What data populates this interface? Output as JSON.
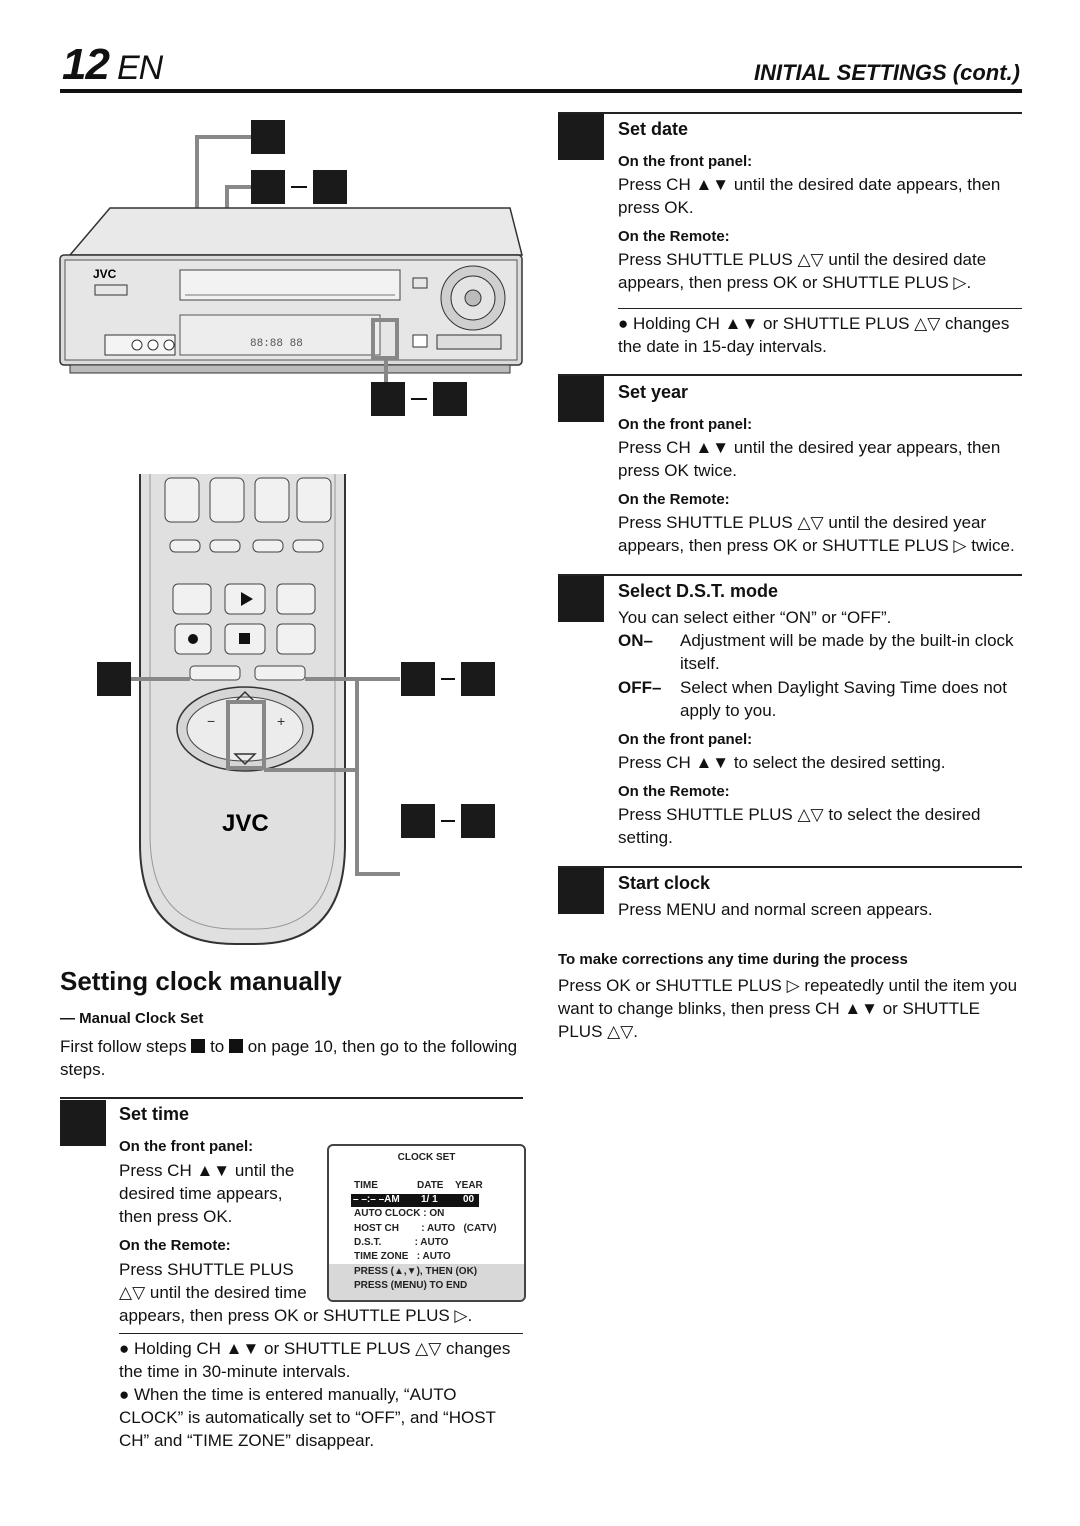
{
  "header": {
    "page_number": "12",
    "lang": "EN",
    "title": "INITIAL SETTINGS (cont.)"
  },
  "left": {
    "title": "Setting clock manually",
    "mode_label": "Manual Clock Set",
    "intro_a": "First follow steps",
    "intro_b": "to",
    "intro_c": "on page 10, then go to the following steps.",
    "set_time": {
      "title": "Set time",
      "front_label": "On the front panel:",
      "front_text": "Press CH ▲▼ until the desired time appears, then press OK.",
      "remote_label": "On the Remote:",
      "remote_text_a": "Press SHUTTLE PLUS",
      "remote_text_b": "△▽ until the desired time",
      "remote_text_c": "appears, then press OK or SHUTTLE PLUS ▷.",
      "bullet1": "Holding CH ▲▼ or SHUTTLE PLUS △▽ changes the time in 30-minute intervals.",
      "bullet2": "When the time is entered manually, “AUTO CLOCK” is automatically set to “OFF”, and “HOST CH” and “TIME ZONE” disappear."
    },
    "osd": {
      "title": "CLOCK SET",
      "col_time": "TIME",
      "col_date": "DATE",
      "col_year": "YEAR",
      "time_val": "– –:– –AM",
      "date_val": "1/ 1",
      "year_val": "00",
      "row1": "AUTO CLOCK : ON",
      "row2": "HOST CH        : AUTO   (CATV)",
      "row3": "D.S.T.            : AUTO",
      "row4": "TIME ZONE   : AUTO",
      "row5": "PRESS (▲,▼), THEN (OK)",
      "row6": "PRESS (MENU) TO END"
    },
    "vcr_brand": "JVC",
    "remote_brand": "JVC"
  },
  "right": {
    "set_date": {
      "title": "Set date",
      "front_label": "On the front panel:",
      "front_text": "Press CH ▲▼ until the desired date appears, then press OK.",
      "remote_label": "On the Remote:",
      "remote_text": "Press SHUTTLE PLUS △▽ until the desired date appears, then press OK or SHUTTLE PLUS ▷.",
      "bullet": "Holding CH ▲▼ or SHUTTLE PLUS △▽ changes the date in 15-day intervals."
    },
    "set_year": {
      "title": "Set year",
      "front_label": "On the front panel:",
      "front_text": "Press CH ▲▼ until the desired year appears, then press OK twice.",
      "remote_label": "On the Remote:",
      "remote_text": "Press SHUTTLE PLUS △▽ until the desired year appears, then press OK or SHUTTLE PLUS ▷ twice."
    },
    "dst": {
      "title": "Select D.S.T. mode",
      "intro": "You can select either “ON” or “OFF”.",
      "on_key": "ON–",
      "on_text": "Adjustment will be made by the built-in clock itself.",
      "off_key": "OFF–",
      "off_text": "Select when Daylight Saving Time does not apply to you.",
      "front_label": "On the front panel:",
      "front_text": "Press CH ▲▼ to select the desired setting.",
      "remote_label": "On the Remote:",
      "remote_text": "Press SHUTTLE PLUS △▽ to select the desired setting."
    },
    "start_clock": {
      "title": "Start clock",
      "text": "Press MENU and normal screen appears."
    },
    "corrections": {
      "title": "To make corrections any time during the process",
      "text": "Press OK or SHUTTLE PLUS ▷ repeatedly until the item you want to change blinks, then press CH ▲▼ or SHUTTLE PLUS △▽."
    }
  }
}
